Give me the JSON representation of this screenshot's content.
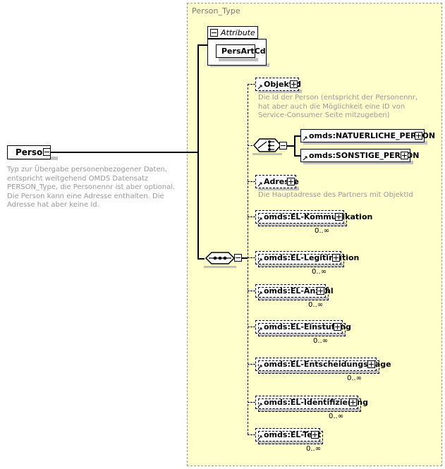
{
  "diagram": {
    "type": "xsd-schema-diagram",
    "background_color": "#ffffcc",
    "container_label": "Person_Type"
  },
  "root": {
    "name": "Person",
    "toggle": "minus",
    "documentation": "Typ zur Übergabe personenbezogener Daten, entspricht weitgehend OMDS Datensatz PERSON_Type, die Personennr ist aber optional. Die Person kann eine Adresse enthalten. Die Adresse hat aber keine Id."
  },
  "attributes": {
    "section_label": "Attribute",
    "toggle": "minus",
    "items": [
      {
        "name": "PersArtCd"
      }
    ]
  },
  "compositors": {
    "choice": {
      "kind": "choice-icon",
      "toggle": "minus"
    },
    "sequence": {
      "kind": "sequence-icon",
      "toggle": "minus"
    }
  },
  "elements": [
    {
      "name": "ObjektId",
      "toggle": "plus",
      "border": "dashed",
      "occurrence": "",
      "documentation": "Die Id der Person (entspricht der Personennr, hat aber auch die Möglichkeit eine ID von Service-Consumer Seite mitzugeben)"
    },
    {
      "name": "omds:NATUERLICHE_PERSON",
      "toggle": "plus",
      "border": "solid",
      "occurrence": "",
      "documentation": ""
    },
    {
      "name": "omds:SONSTIGE_PERSON",
      "toggle": "plus",
      "border": "solid",
      "occurrence": "",
      "documentation": ""
    },
    {
      "name": "Adresse",
      "toggle": "plus",
      "border": "dashed",
      "occurrence": "",
      "documentation": "Die Hauptadresse des Partners mit ObjektId"
    },
    {
      "name": "omds:EL-Kommunikation",
      "toggle": "plus",
      "border": "dashed-repeat",
      "occurrence": "0..∞",
      "documentation": ""
    },
    {
      "name": "omds:EL-Legitimation",
      "toggle": "plus",
      "border": "dashed-repeat",
      "occurrence": "0..∞",
      "documentation": ""
    },
    {
      "name": "omds:EL-Anzahl",
      "toggle": "plus",
      "border": "dashed-repeat",
      "occurrence": "0..∞",
      "documentation": ""
    },
    {
      "name": "omds:EL-Einstufung",
      "toggle": "plus",
      "border": "dashed-repeat",
      "occurrence": "0..∞",
      "documentation": ""
    },
    {
      "name": "omds:EL-Entscheidungsfrage",
      "toggle": "plus",
      "border": "dashed-repeat",
      "occurrence": "0..∞",
      "documentation": ""
    },
    {
      "name": "omds:EL-Identifizierung",
      "toggle": "plus",
      "border": "dashed-repeat",
      "occurrence": "0..∞",
      "documentation": ""
    },
    {
      "name": "omds:EL-Text",
      "toggle": "plus",
      "border": "dashed-repeat",
      "occurrence": "0..∞",
      "documentation": ""
    }
  ]
}
